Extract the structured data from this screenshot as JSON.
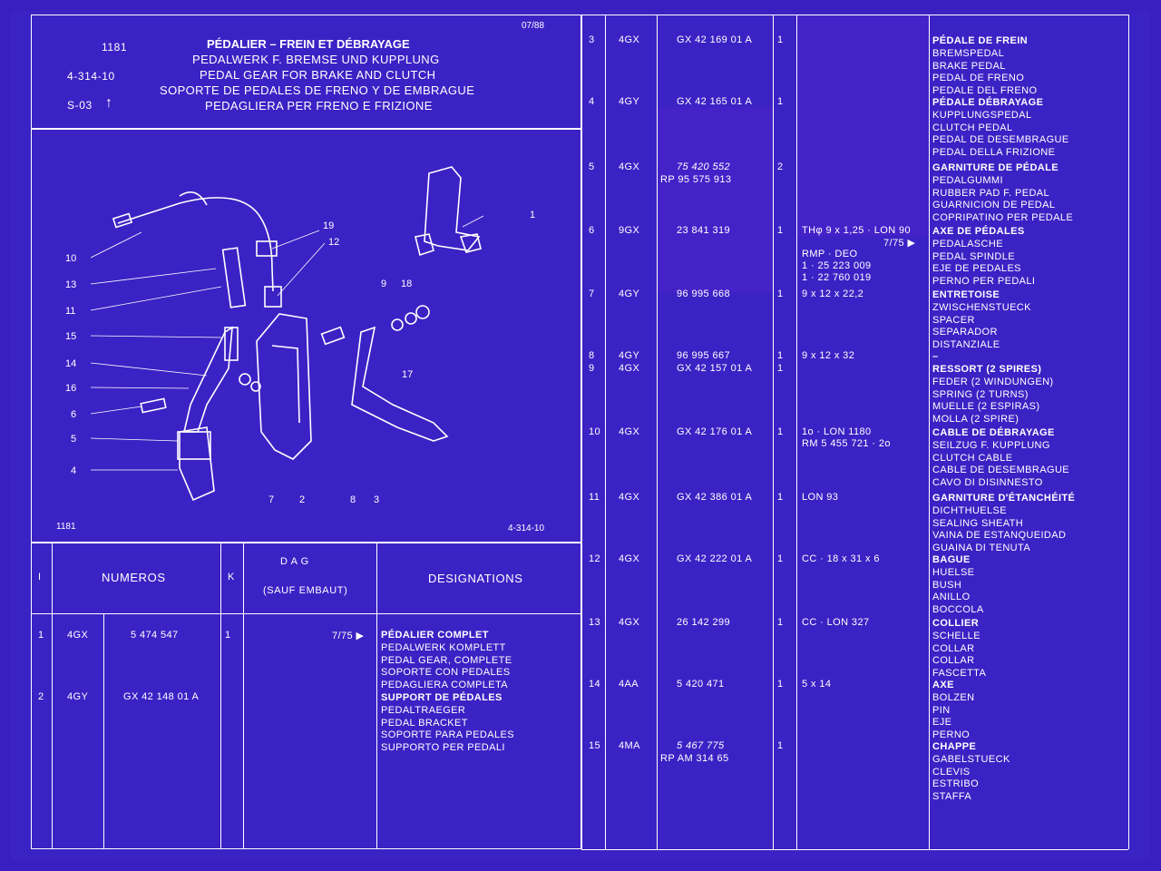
{
  "header": {
    "code": "1181",
    "ref": "4-314-10",
    "section": "S-03",
    "arrow": "↑",
    "date": "07/88",
    "titles": [
      "PÉDALIER – FREIN ET DÉBRAYAGE",
      "PEDALWERK F. BREMSE UND KUPPLUNG",
      "PEDAL GEAR FOR BRAKE AND CLUTCH",
      "SOPORTE DE PEDALES DE FRENO Y DE EMBRAGUE",
      "PEDAGLIERA PER FRENO E FRIZIONE"
    ]
  },
  "diagram": {
    "footer_left": "1181",
    "footer_right": "4-314-10",
    "callouts": [
      "10",
      "13",
      "11",
      "15",
      "14",
      "16",
      "6",
      "5",
      "4",
      "7",
      "2",
      "8",
      "3",
      "17",
      "9",
      "18",
      "19",
      "12",
      "1"
    ]
  },
  "table_header": {
    "index": "I",
    "numeros": "NUMEROS",
    "k": "K",
    "dag": "D A G",
    "dag_sub": "(SAUF EMBAUT)",
    "designations": "DESIGNATIONS"
  },
  "left_rows": [
    {
      "idx": "1",
      "variant": "4GX",
      "number": "5  474  547",
      "qty": "1",
      "dag": "7/75  ▶",
      "desc": [
        "PÉDALIER COMPLET",
        "PEDALWERK KOMPLETT",
        "PEDAL GEAR, COMPLETE",
        "SOPORTE CON PEDALES",
        "PEDAGLIERA COMPLETA"
      ]
    },
    {
      "idx": "2",
      "variant": "4GY",
      "number": "GX 42  148  01 A",
      "qty": "",
      "dag": "",
      "desc": [
        "SUPPORT DE PÉDALES",
        "PEDALTRAEGER",
        "PEDAL BRACKET",
        "SOPORTE PARA PEDALES",
        "SUPPORTO PER PEDALI"
      ]
    }
  ],
  "right_rows": [
    {
      "idx": "3",
      "variant": "4GX",
      "number": "GX 42  169  01 A",
      "qty": "1",
      "dag": [],
      "desc": [
        "PÉDALE DE FREIN",
        "BREMSPEDAL",
        "BRAKE PEDAL",
        "PEDAL DE FRENO",
        "PEDALE DEL FRENO"
      ]
    },
    {
      "idx": "4",
      "variant": "4GY",
      "number": "GX 42  165  01 A",
      "qty": "1",
      "dag": [],
      "desc": [
        "PÉDALE DÉBRAYAGE",
        "KUPPLUNGSPEDAL",
        "CLUTCH PEDAL",
        "PEDAL DE DESEMBRAGUE",
        "PEDAL DELLA FRIZIONE"
      ]
    },
    {
      "idx": "5",
      "variant": "4GX",
      "number": "75  420  552",
      "number2": "RP 95  575  913",
      "qty": "2",
      "dag": [],
      "desc": [
        "GARNITURE DE PÉDALE",
        "PEDALGUMMI",
        "RUBBER PAD F. PEDAL",
        "GUARNICION DE PEDAL",
        "COPRIPATINO PER PEDALE"
      ]
    },
    {
      "idx": "6",
      "variant": "9GX",
      "number": "23  841  319",
      "qty": "1",
      "dag": [
        "THφ  9 x 1,25 · LON 90",
        "7/75  ▶",
        "RMP · DEO",
        "1 · 25 223 009",
        "1 · 22 760 019"
      ],
      "desc": [
        "AXE DE PÉDALES",
        "PEDALASCHE",
        "PEDAL SPINDLE",
        "EJE DE PEDALES",
        "PERNO PER PEDALI"
      ]
    },
    {
      "idx": "7",
      "variant": "4GY",
      "number": "96  995  668",
      "qty": "1",
      "dag": [
        "9 x 12 x 22,2"
      ],
      "desc": [
        "ENTRETOISE",
        "ZWISCHENSTUECK",
        "SPACER",
        "SEPARADOR",
        "DISTANZIALE"
      ]
    },
    {
      "idx": "8",
      "variant": "4GY",
      "number": "96  995  667",
      "qty": "1",
      "dag": [
        "9 x 12 x 32"
      ],
      "desc": [
        "–"
      ]
    },
    {
      "idx": "9",
      "variant": "4GX",
      "number": "GX 42  157  01 A",
      "qty": "1",
      "dag": [],
      "desc": [
        "RESSORT (2 SPIRES)",
        "FEDER (2 WINDUNGEN)",
        "SPRING (2 TURNS)",
        "MUELLE (2 ESPIRAS)",
        "MOLLA (2 SPIRE)"
      ]
    },
    {
      "idx": "10",
      "variant": "4GX",
      "number": "GX 42  176  01 A",
      "qty": "1",
      "dag": [
        "1o · LON 1180",
        "RM  5 455 721 · 2o"
      ],
      "desc": [
        "CABLE DE DÉBRAYAGE",
        "SEILZUG F. KUPPLUNG",
        "CLUTCH CABLE",
        "CABLE DE DESEMBRAGUE",
        "CAVO DI DISINNESTO"
      ]
    },
    {
      "idx": "11",
      "variant": "4GX",
      "number": "GX 42  386  01 A",
      "qty": "1",
      "dag": [
        "LON 93"
      ],
      "desc": [
        "GARNITURE D'ÉTANCHÉITÉ",
        "DICHTHUELSE",
        "SEALING SHEATH",
        "VAINA DE ESTANQUEIDAD",
        "GUAINA DI TENUTA"
      ]
    },
    {
      "idx": "12",
      "variant": "4GX",
      "number": "GX 42  222  01 A",
      "qty": "1",
      "dag": [
        "CC · 18 x 31 x 6"
      ],
      "desc": [
        "BAGUE",
        "HUELSE",
        "BUSH",
        "ANILLO",
        "BOCCOLA"
      ]
    },
    {
      "idx": "13",
      "variant": "4GX",
      "number": "26  142  299",
      "qty": "1",
      "dag": [
        "CC · LON 327"
      ],
      "desc": [
        "COLLIER",
        "SCHELLE",
        "COLLAR",
        "COLLAR",
        "FASCETTA"
      ]
    },
    {
      "idx": "14",
      "variant": "4AA",
      "number": "5  420  471",
      "qty": "1",
      "dag": [
        "5 x 14"
      ],
      "desc": [
        "AXE",
        "BOLZEN",
        "PIN",
        "EJE",
        "PERNO"
      ]
    },
    {
      "idx": "15",
      "variant": "4MA",
      "number": "5  467  775",
      "number2": "RP AM  314   65",
      "qty": "1",
      "dag": [],
      "desc": [
        "CHAPPE",
        "GABELSTUECK",
        "CLEVIS",
        "ESTRIBO",
        "STAFFA"
      ]
    }
  ]
}
